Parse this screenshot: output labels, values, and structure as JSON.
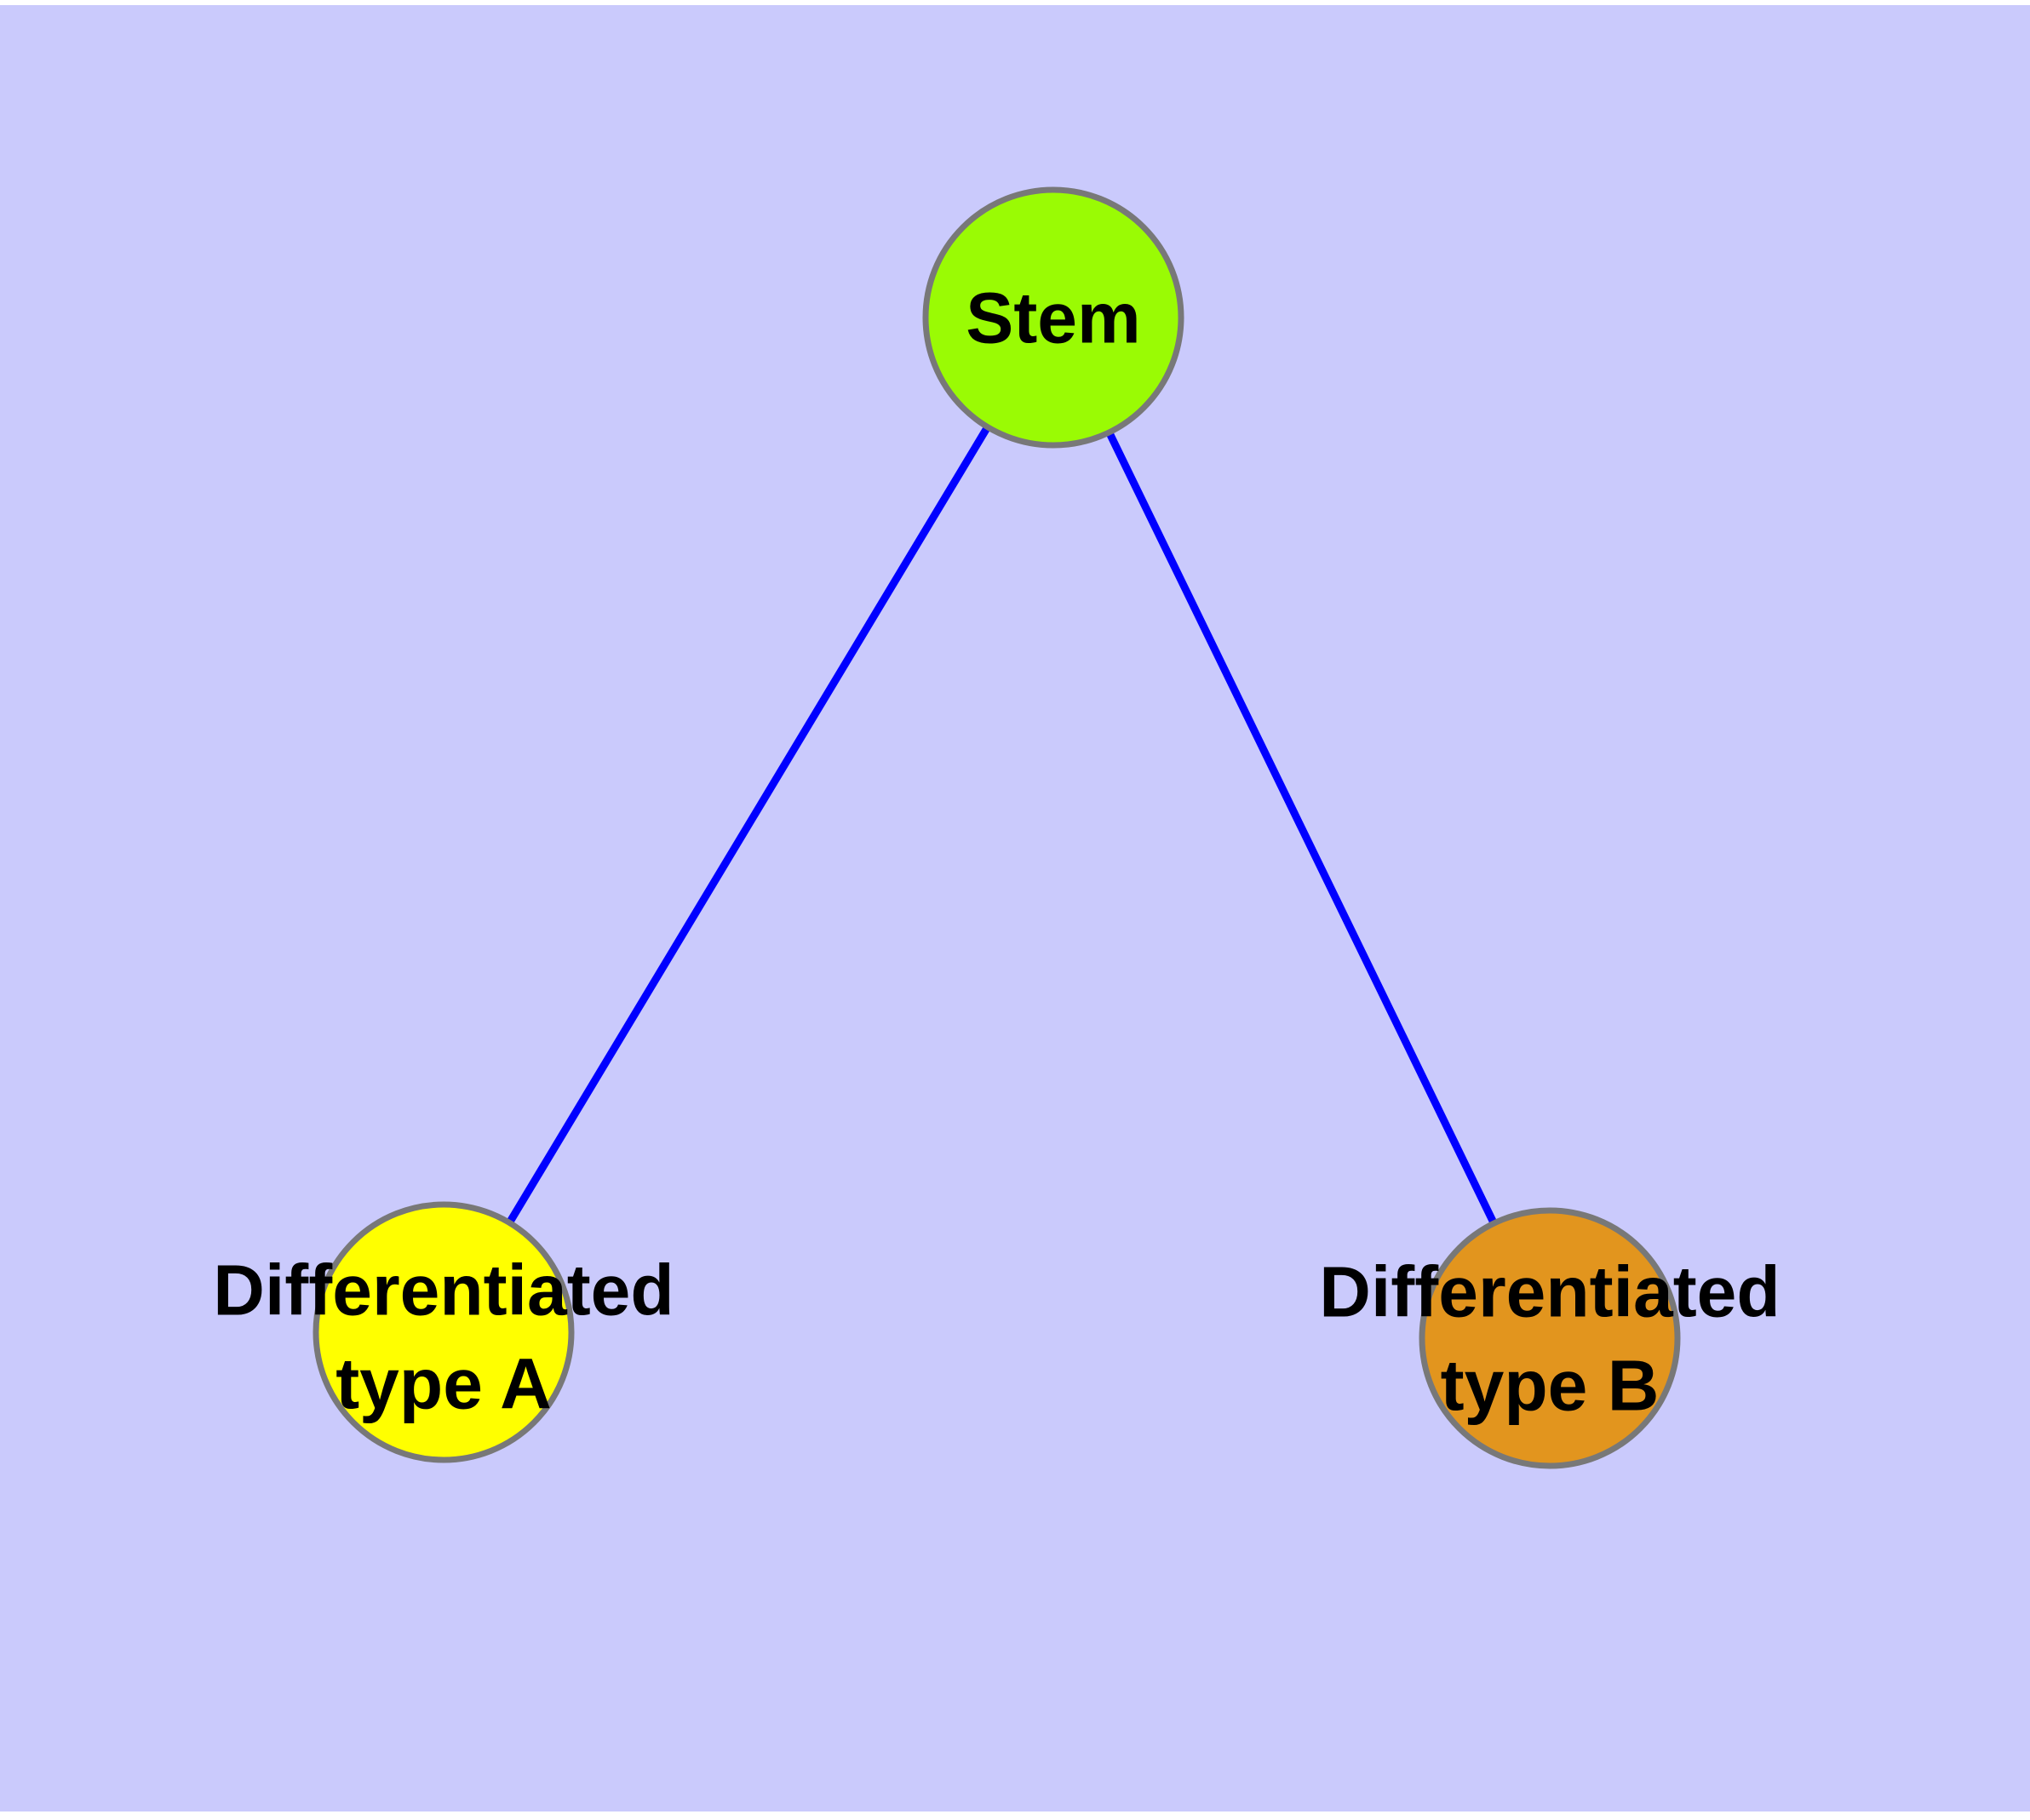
{
  "canvas": {
    "background_color": "#cacafc",
    "margin_color": "#ffffff"
  },
  "diagram": {
    "nodes": {
      "stem": {
        "label": "Stem",
        "fill": "#9afb04",
        "border_color": "#787878"
      },
      "type_a": {
        "label_line1": "Differentiated",
        "label_line2": "type A",
        "label_full": "Differentiated type A",
        "fill": "#ffff00",
        "border_color": "#787878"
      },
      "type_b": {
        "label_line1": "Differentiated",
        "label_line2": "type B",
        "label_full": "Differentiated type B",
        "fill": "#e2951e",
        "border_color": "#787878"
      }
    },
    "edges": {
      "color": "#0000ff",
      "connections": [
        {
          "from": "Stem",
          "to": "Differentiated type A"
        },
        {
          "from": "Stem",
          "to": "Differentiated type B"
        }
      ]
    }
  }
}
